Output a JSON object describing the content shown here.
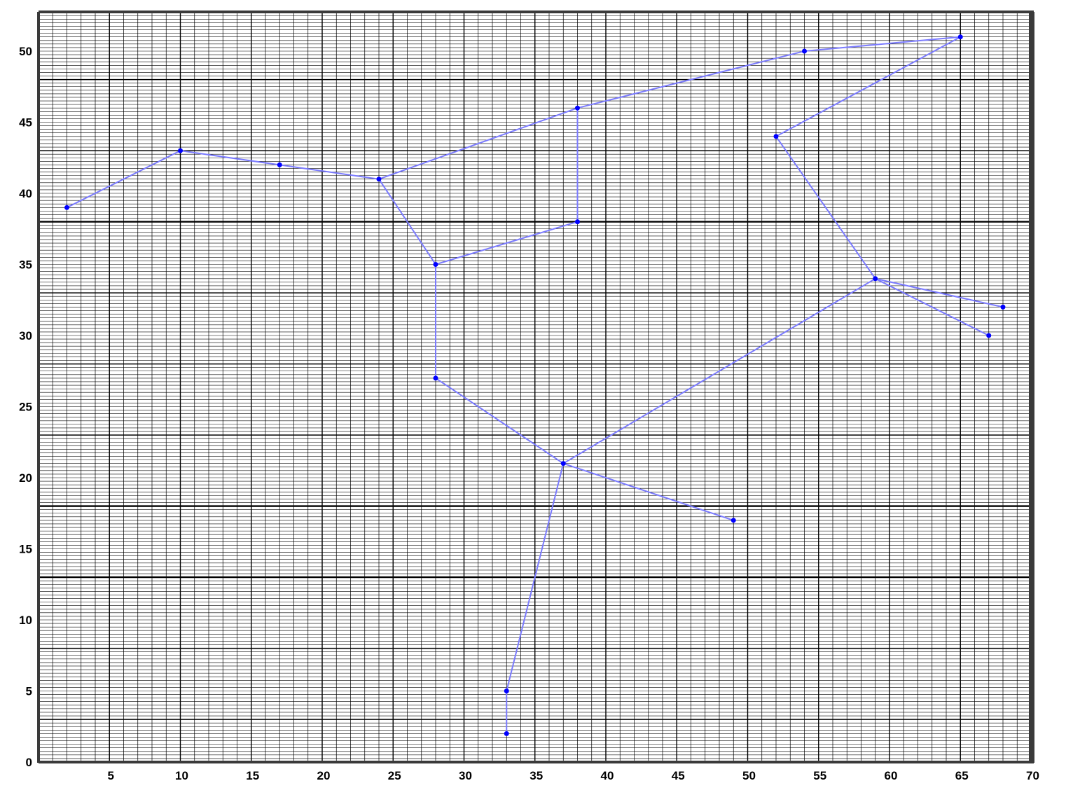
{
  "chart_data": {
    "type": "scatter",
    "title": "",
    "xlabel": "",
    "ylabel": "",
    "xlim": [
      0,
      70
    ],
    "ylim": [
      0,
      53
    ],
    "x_ticks": [
      5,
      10,
      15,
      20,
      25,
      30,
      35,
      40,
      45,
      50,
      55,
      60,
      65,
      70
    ],
    "y_ticks": [
      0,
      5,
      10,
      15,
      20,
      25,
      30,
      35,
      40,
      45,
      50
    ],
    "x_tick_labels": [
      "5",
      "10",
      "15",
      "20",
      "25",
      "30",
      "35",
      "40",
      "45",
      "50",
      "55",
      "60",
      "65",
      "70"
    ],
    "y_tick_labels": [
      "0",
      "5",
      "10",
      "15",
      "20",
      "25",
      "30",
      "35",
      "40",
      "45",
      "50"
    ],
    "grid": true,
    "points": [
      {
        "x": 2,
        "y": 39
      },
      {
        "x": 10,
        "y": 43
      },
      {
        "x": 17,
        "y": 42
      },
      {
        "x": 24,
        "y": 41
      },
      {
        "x": 38,
        "y": 46
      },
      {
        "x": 54,
        "y": 50
      },
      {
        "x": 65,
        "y": 51
      },
      {
        "x": 52,
        "y": 44
      },
      {
        "x": 59,
        "y": 34
      },
      {
        "x": 68,
        "y": 32
      },
      {
        "x": 67,
        "y": 30
      },
      {
        "x": 28,
        "y": 35
      },
      {
        "x": 38,
        "y": 38
      },
      {
        "x": 28,
        "y": 27
      },
      {
        "x": 37,
        "y": 21
      },
      {
        "x": 49,
        "y": 17
      },
      {
        "x": 33,
        "y": 5
      },
      {
        "x": 33,
        "y": 2
      }
    ],
    "edges": [
      [
        0,
        1
      ],
      [
        1,
        2
      ],
      [
        2,
        3
      ],
      [
        3,
        4
      ],
      [
        4,
        5
      ],
      [
        5,
        6
      ],
      [
        6,
        7
      ],
      [
        7,
        8
      ],
      [
        8,
        9
      ],
      [
        8,
        10
      ],
      [
        4,
        12
      ],
      [
        3,
        11
      ],
      [
        11,
        12
      ],
      [
        11,
        13
      ],
      [
        13,
        14
      ],
      [
        14,
        8
      ],
      [
        14,
        15
      ],
      [
        14,
        16
      ],
      [
        16,
        17
      ]
    ],
    "colors": {
      "line": "#7b7bff",
      "point": "#0000ff",
      "grid_minor": "#000000",
      "grid_major": "#000000",
      "frame": "#3a3a3a"
    }
  }
}
